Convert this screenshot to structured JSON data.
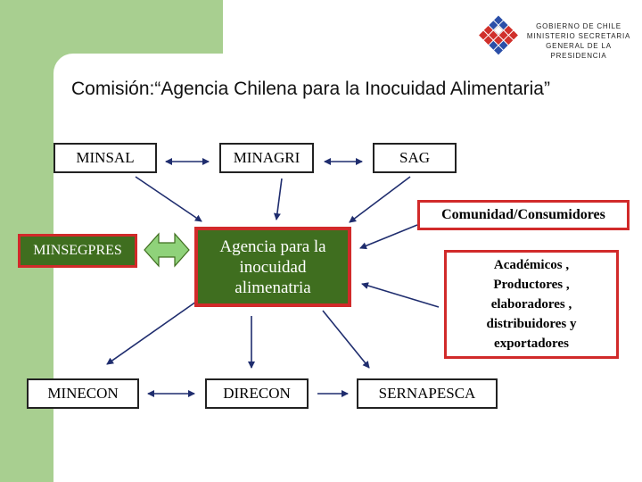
{
  "header": {
    "gov_lines": [
      "GOBIERNO DE CHILE",
      "MINISTERIO SECRETARIA",
      "GENERAL DE LA",
      "PRESIDENCIA"
    ]
  },
  "title": "Comisión:“Agencia Chilena para la Inocuidad Alimentaria”",
  "nodes": {
    "minsal": "MINSAL",
    "minagri": "MINAGRI",
    "sag": "SAG",
    "comunidad": "Comunidad/Consumidores",
    "minsegpres": "MINSEGPRES",
    "agencia_lines": [
      "Agencia para la",
      "inocuidad",
      "alimenatria"
    ],
    "academicos_lines": [
      "Académicos ,",
      "Productores ,",
      "elaboradores ,",
      "distribuidores y",
      "exportadores"
    ],
    "minecon": "MINECON",
    "direcon": "DIRECON",
    "sernapesca": "SERNAPESCA"
  },
  "colors": {
    "green_bar": "#a8cf90",
    "agency_green": "#3f6e1f",
    "red_border": "#d12a2a",
    "arrow_blue": "#1f2d6e",
    "logo_blue": "#2b4fa8",
    "logo_red": "#d0302b"
  }
}
